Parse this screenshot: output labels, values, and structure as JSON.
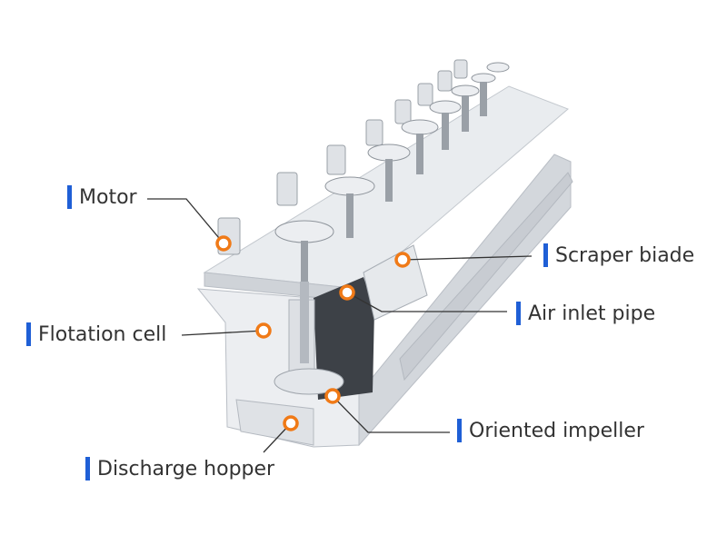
{
  "colors": {
    "accent_bar": "#1f5fd6",
    "marker": "#f07a17",
    "leader": "#333333",
    "machine_light": "#eef0f2",
    "machine_mid": "#d7dbe0",
    "machine_dark": "#b9bec5",
    "machine_shadow": "#3d4147"
  },
  "labels": {
    "motor": "Motor",
    "scraper": "Scraper biade",
    "air_inlet": "Air inlet pipe",
    "flotation": "Flotation cell",
    "impeller": "Oriented impeller",
    "hopper": "Discharge hopper"
  }
}
